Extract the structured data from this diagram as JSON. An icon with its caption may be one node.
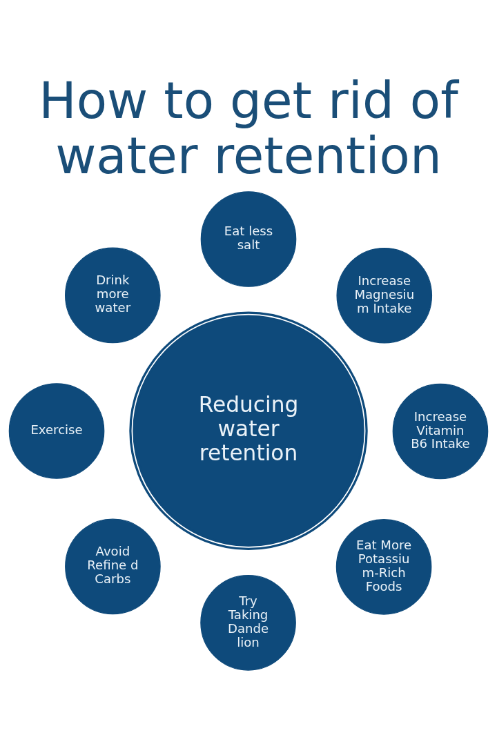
{
  "diagram": {
    "title": "How to get rid of water retention",
    "nodes": [
      {
        "text": [
          "Eat less salt"
        ]
      },
      {
        "text": [
          "Drink more water"
        ]
      },
      {
        "text": [
          "Increase Magnesiu m Intake"
        ]
      },
      {
        "text": [
          "Exercise"
        ]
      },
      {
        "text": [
          "Reducing water retention"
        ]
      },
      {
        "text": [
          "Increase Vitamin B6 Intake"
        ]
      },
      {
        "text": [
          "Avoid Refine d Carbs"
        ]
      },
      {
        "text": [
          "Eat More Potassiu m-Rich Foods"
        ]
      },
      {
        "text": [
          "Try Taking Dande lion"
        ]
      }
    ]
  }
}
